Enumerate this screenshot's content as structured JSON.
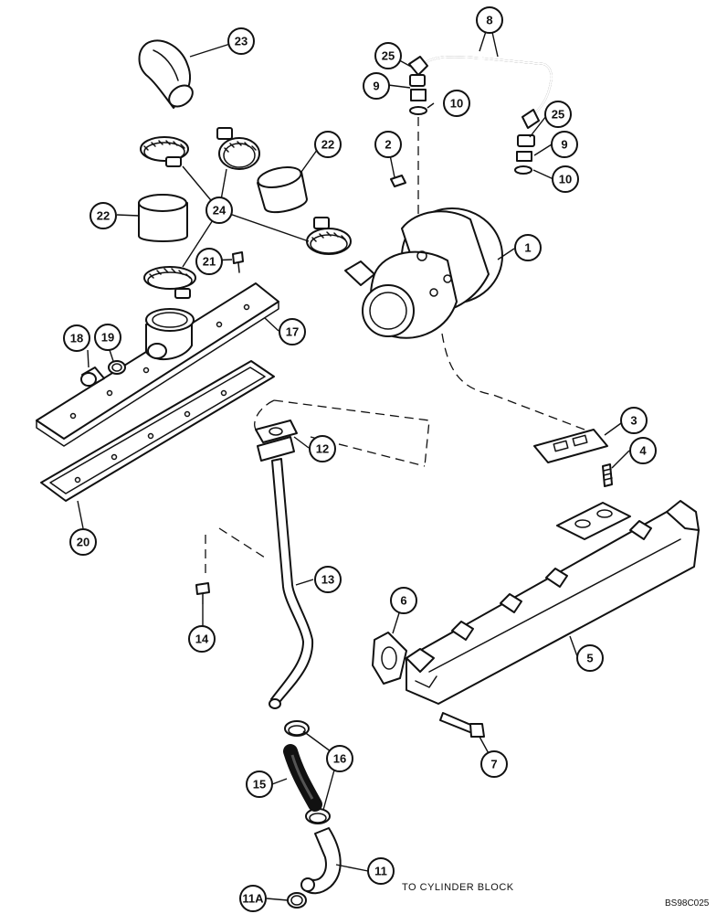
{
  "diagram": {
    "caption": "TO CYLINDER BLOCK",
    "figure_ref": "BS98C025",
    "callouts": [
      "1",
      "2",
      "3",
      "4",
      "5",
      "6",
      "7",
      "8",
      "9",
      "9",
      "10",
      "10",
      "11",
      "11A",
      "12",
      "13",
      "14",
      "15",
      "16",
      "17",
      "18",
      "19",
      "20",
      "21",
      "22",
      "22",
      "23",
      "24",
      "25",
      "25"
    ]
  }
}
